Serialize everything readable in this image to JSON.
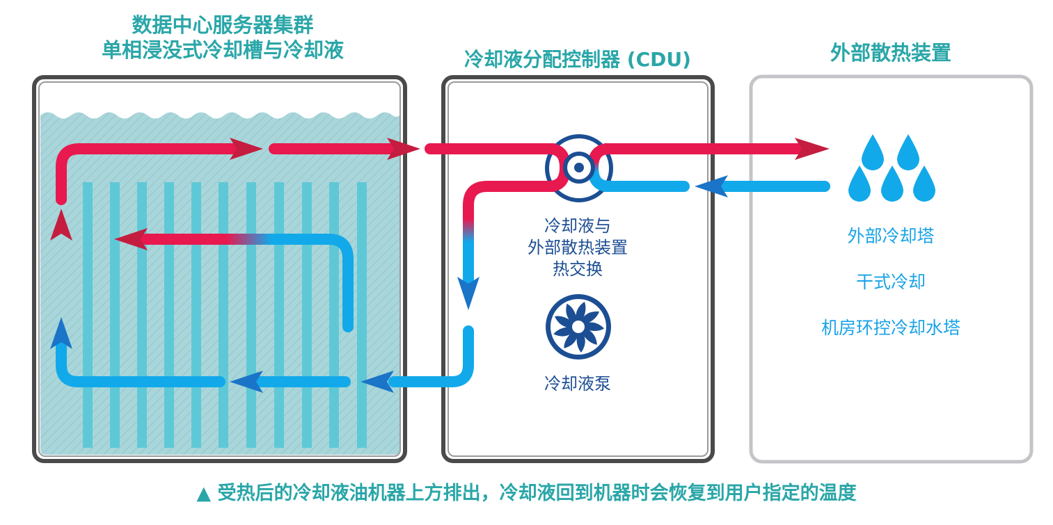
{
  "titles": {
    "servers_line1": "数据中心服务器集群",
    "servers_line2": "单相浸没式冷却槽与冷却液",
    "cdu": "冷却液分配控制器 (CDU)",
    "external": "外部散热装置"
  },
  "cdu": {
    "heat_exchange_line1": "冷却液与",
    "heat_exchange_line2": "外部散热装置",
    "heat_exchange_line3": "热交换",
    "pump": "冷却液泵"
  },
  "external": {
    "item1": "外部冷却塔",
    "item2": "干式冷却",
    "item3": "机房环控冷却水塔"
  },
  "caption": "▲ 受热后的冷却液油机器上方排出，冷却液回到机器时会恢复到用户指定的温度",
  "icons": [
    "heat-exchanger-icon",
    "pump-fan-icon",
    "water-drops-icon"
  ],
  "colors": {
    "hot": "#e8194f",
    "cold": "#12a9ea",
    "title": "#2aa6a8",
    "cdu_text": "#1c4e93",
    "external_text": "#1aa3e6",
    "tank_border": "#4a4a4a",
    "external_border": "#c4c4c8"
  }
}
